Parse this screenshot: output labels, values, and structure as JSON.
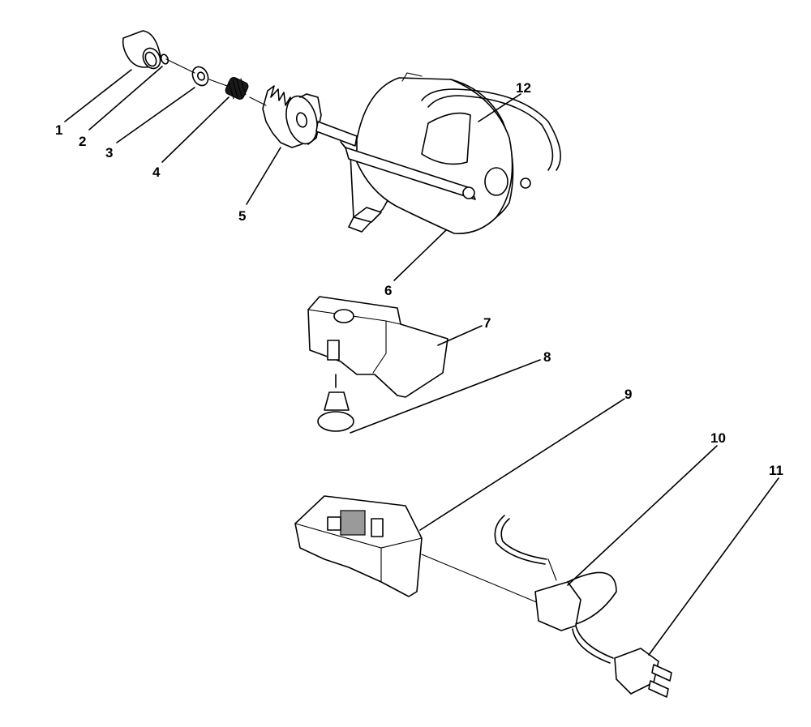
{
  "diagram": {
    "callouts": [
      {
        "id": "c1",
        "label": "1"
      },
      {
        "id": "c2",
        "label": "2"
      },
      {
        "id": "c3",
        "label": "3"
      },
      {
        "id": "c4",
        "label": "4"
      },
      {
        "id": "c5",
        "label": "5"
      },
      {
        "id": "c6",
        "label": "6"
      },
      {
        "id": "c7",
        "label": "7"
      },
      {
        "id": "c8",
        "label": "8"
      },
      {
        "id": "c9",
        "label": "9"
      },
      {
        "id": "c10",
        "label": "10"
      },
      {
        "id": "c11",
        "label": "11"
      },
      {
        "id": "c12",
        "label": "12"
      }
    ],
    "colors": {
      "ink": "#000000",
      "paper": "#ffffff",
      "shade": "#9a9a9a"
    }
  }
}
